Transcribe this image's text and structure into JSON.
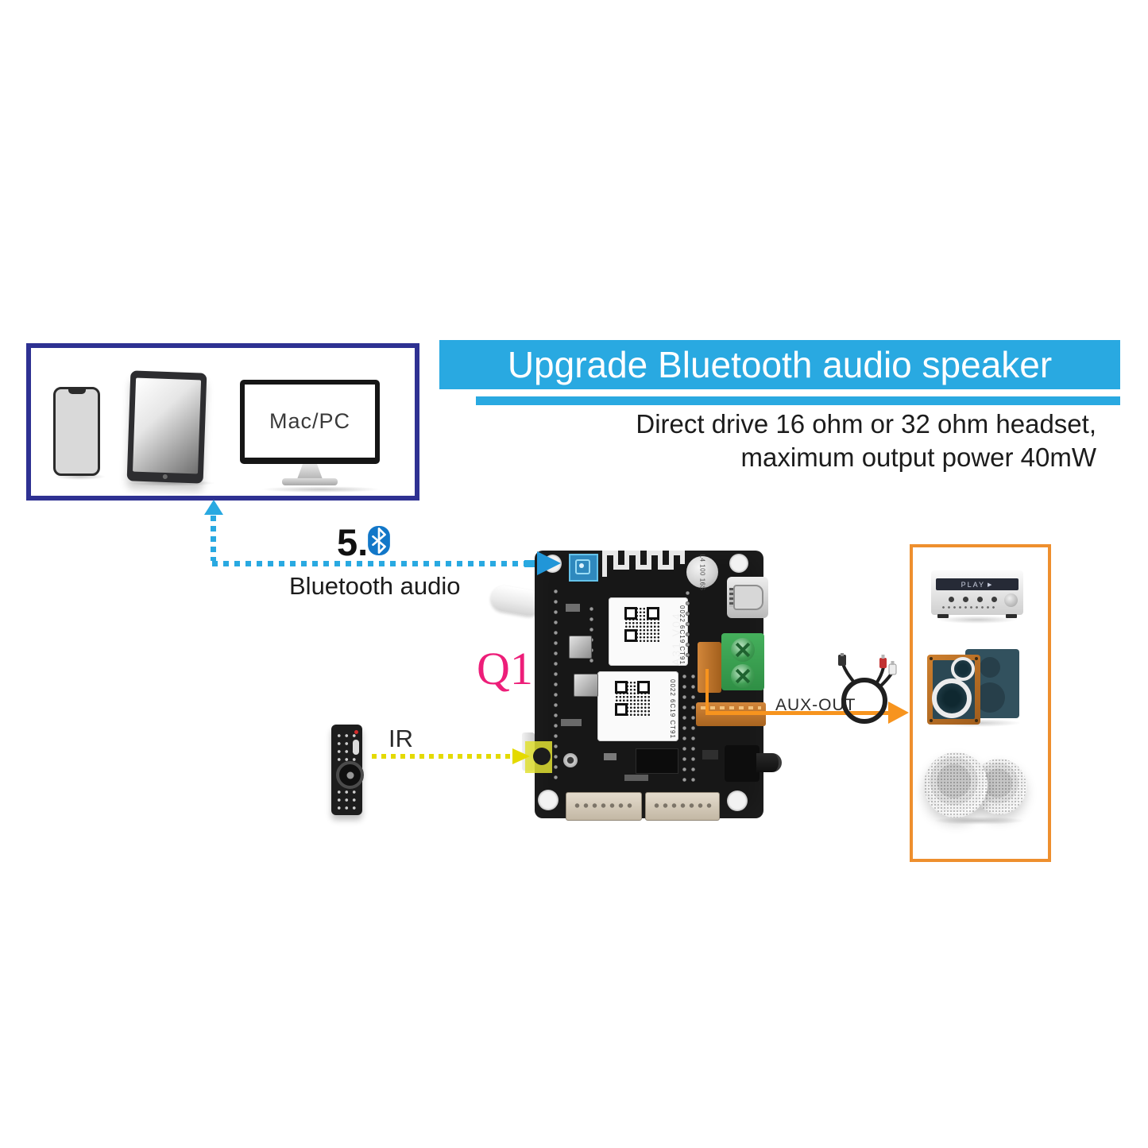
{
  "colors": {
    "accent_blue": "#29a9e1",
    "navy_border": "#2e3192",
    "orange": "#f7941e",
    "pink": "#ed1e79",
    "yellow": "#e4da00"
  },
  "banner": {
    "title": "Upgrade Bluetooth audio speaker",
    "subtitle_line1": "Direct drive 16 ohm or 32 ohm headset,",
    "subtitle_line2": "maximum output power 40mW"
  },
  "source_devices": {
    "monitor_label": "Mac/PC"
  },
  "bluetooth": {
    "version": "5.",
    "label": "Bluetooth audio"
  },
  "board": {
    "designator": "Q1",
    "silkscreen": "A31 V04",
    "module_top_code": "0022 6C19 CT91",
    "module_bottom_code": "0022 6C19 CT91",
    "capacitor_marking": "L4 100 16S"
  },
  "ir": {
    "label": "IR"
  },
  "aux": {
    "label": "AUX-OUT"
  },
  "output_devices": {
    "receiver_display": "PLAY",
    "receiver_play_icon": "▶"
  }
}
